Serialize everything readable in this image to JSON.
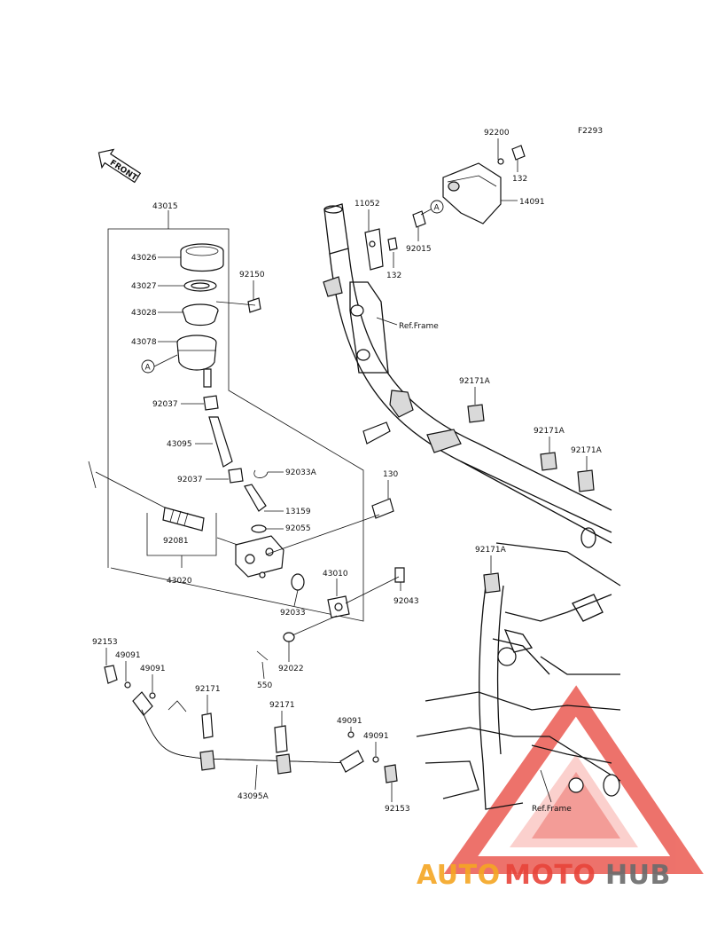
{
  "diagram_code": "F2293",
  "front_label": "FRONT",
  "ref_frame_label": "Ref.Frame",
  "callout_letter": "A",
  "parts": {
    "p43015": "43015",
    "p43026": "43026",
    "p43027": "43027",
    "p43028": "43028",
    "p43078": "43078",
    "p92150": "92150",
    "p92037a": "92037",
    "p43095": "43095",
    "p92037b": "92037",
    "p92033A": "92033A",
    "p13159": "13159",
    "p92055": "92055",
    "p130": "130",
    "p92081": "92081",
    "p43020": "43020",
    "p43010": "43010",
    "p92043": "92043",
    "p92033": "92033",
    "p92022": "92022",
    "p550": "550",
    "p92200": "92200",
    "p132a": "132",
    "p14091": "14091",
    "p11052": "11052",
    "p92015": "92015",
    "p132b": "132",
    "p92171A_1": "92171A",
    "p92171A_2": "92171A",
    "p92171A_3": "92171A",
    "p92171A_4": "92171A",
    "p92153a": "92153",
    "p49091a": "49091",
    "p49091b": "49091",
    "p92171a": "92171",
    "p92171b": "92171",
    "p49091c": "49091",
    "p49091d": "49091",
    "p43095A": "43095A",
    "p92153b": "92153"
  },
  "watermark": {
    "part1": "AUTO",
    "part2": "MOTO",
    "part3": "HUB",
    "colors": {
      "orange": "#f5a623",
      "red": "#e8443a",
      "gray": "#6b6b6b",
      "triangle": "#e8443a"
    }
  }
}
